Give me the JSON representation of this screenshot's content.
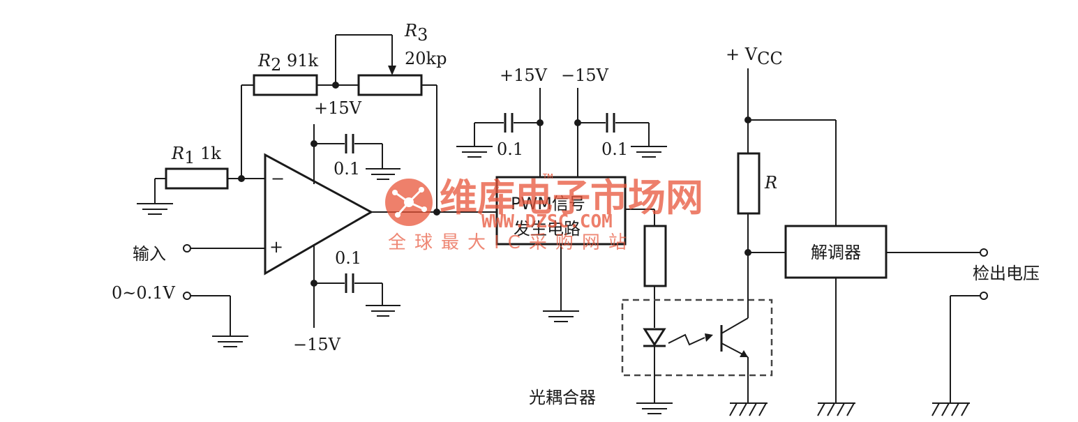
{
  "labels": {
    "r1": "R",
    "r1_sub": "1",
    "r1_val": " 1k",
    "r2": "R",
    "r2_sub": "2",
    "r2_val": " 91k",
    "r3": "R",
    "r3_sub": "3",
    "r3_val": "20kp",
    "opamp_vpos": "+15V",
    "opamp_vneg": "−15V",
    "cap_top": "0.1",
    "cap_bottom": "0.1",
    "opamp_minus": "−",
    "opamp_plus": "+",
    "input": "输入",
    "input_range": "0~0.1V",
    "pwm_vpos": "+15V",
    "pwm_vneg": "−15V",
    "pwm_cap_left": "0.1",
    "pwm_cap_right": "0.1",
    "pwm_line1": "PWM信号",
    "pwm_line2": "发生电路",
    "vcc_prefix": "+ V",
    "vcc_sub": "CC",
    "r": "R",
    "demod": "解调器",
    "output": "检出电压",
    "optocoupler": "光耦合器"
  },
  "watermark": {
    "title": "维库电子市场网",
    "tm": "TM",
    "url": "WWW.DZSC.COM",
    "subtitle": "全球最大IC采购网站"
  },
  "colors": {
    "ink": "#1a1a1a",
    "watermark": "#e8553a",
    "dashed_box": "#444444"
  }
}
